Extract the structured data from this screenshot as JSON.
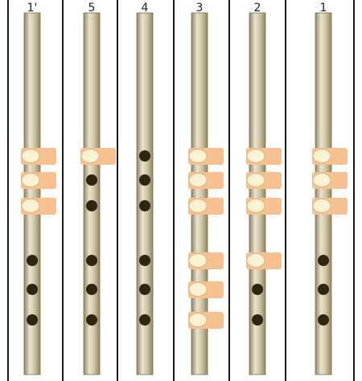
{
  "colors": {
    "divider": "#1a1a1a",
    "pipe_light": "#e9e3cf",
    "pipe_mid": "#cfc5a2",
    "pipe_dark": "#8f8664",
    "hole": "#2e2612",
    "finger": "#f7c08f",
    "nail": "#fbf3d2"
  },
  "pipes": [
    {
      "label": "1'",
      "holes": [
        "covered",
        "covered",
        "covered",
        "open",
        "open",
        "open"
      ]
    },
    {
      "label": "5",
      "holes": [
        "covered",
        "open",
        "open",
        "open",
        "open",
        "open"
      ]
    },
    {
      "label": "4",
      "holes": [
        "open",
        "open",
        "open",
        "open",
        "open",
        "open"
      ]
    },
    {
      "label": "3",
      "holes": [
        "covered",
        "covered",
        "covered",
        "covered",
        "covered",
        "covered"
      ]
    },
    {
      "label": "2",
      "holes": [
        "covered",
        "covered",
        "covered",
        "covered",
        "open",
        "open"
      ]
    },
    {
      "label": "1",
      "holes": [
        "covered",
        "covered",
        "covered",
        "open",
        "open",
        "open"
      ]
    }
  ]
}
